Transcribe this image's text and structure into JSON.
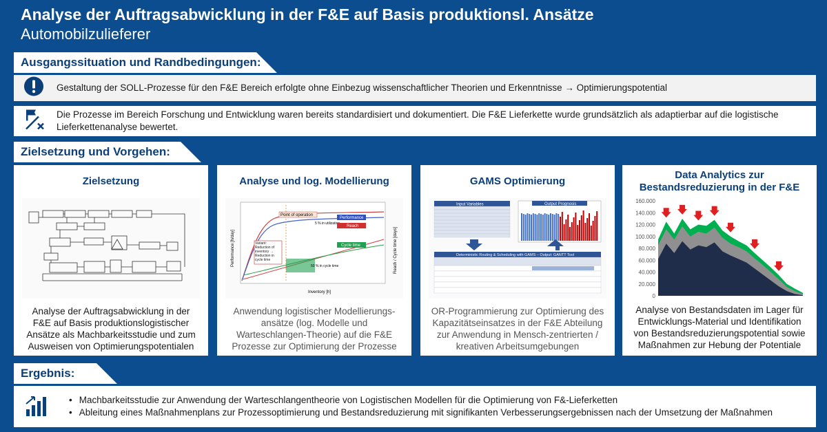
{
  "header": {
    "title": "Analyse der Auftragsabwicklung in der F&E auf Basis produktionsl. Ansätze",
    "subtitle": "Automobilzulieferer"
  },
  "sections": {
    "ausgangssituation": "Ausgangssituation und Randbedingungen:",
    "zielsetzung": "Zielsetzung und Vorgehen:",
    "ergebnis": "Ergebnis:"
  },
  "situation": {
    "row1": "Gestaltung der SOLL-Prozesse für den F&E Bereich erfolgte ohne Einbezug wissenschaftlicher Theorien und Erkenntnisse → Optimierungspotential",
    "row2": "Die Prozesse im Bereich Forschung und Entwicklung waren bereits standardisiert und dokumentiert. Die F&E Lieferkette wurde grundsätzlich als adaptierbar auf die logistische Lieferkettenanalyse bewertet.",
    "icons": [
      "exclamation-icon",
      "flag-cross-icon"
    ]
  },
  "cards": [
    {
      "title": "Zielsetzung",
      "desc": "Analyse der Auftragsabwicklung in der F&E auf Basis produktionslogistischer Ansätze als Machbarkeitsstudie und zum Ausweisen von Optimierungspotentialen"
    },
    {
      "title": "Analyse und log. Modellierung",
      "desc": "Anwendung logistischer Modellierungs-ansätze (log. Modelle und Warteschlangen-Theorie) auf die F&E Prozesse zur Optimierung der Prozesse",
      "image_labels": {
        "point": "Point of operation",
        "performance": "Performance",
        "reach": "Reach",
        "cycle": "Cycle time",
        "variant": "Variant: Reduction of inventory → Reduction in cycle time",
        "util": "5 % in utilization",
        "cycle_pct": "50 % in cycle time",
        "ylabel": "Performance [h/day]",
        "y2label": "Reach / Cycle time [days]",
        "xlabel": "Inventory [h]"
      }
    },
    {
      "title": "GAMS Optimierung",
      "desc": "OR-Programmierung zur Optimierung des Kapazitätseinsatzes in der F&E Abteilung zur Anwendung in Mensch-zentrierten / kreativen Arbeitsumgebungen",
      "image_labels": {
        "input": "Input Variables",
        "output": "Output Prognosis",
        "gantt": "Deterministic Routing & Scheduling with GAMS – Output: GANTT Tool"
      }
    },
    {
      "title": "Data Analytics zur Bestandsreduzierung in der F&E",
      "desc": "Analyse von Bestandsdaten im Lager für Entwicklungs-Material und Identifikation von Bestandsreduzierungspotential sowie Maßnahmen zur Hebung der Potentiale"
    }
  ],
  "chart_data": {
    "type": "area",
    "y_ticks": [
      "160.000",
      "140.000",
      "120.000",
      "100.000",
      "80.000",
      "60.000",
      "40.000",
      "20.000",
      "0"
    ],
    "ylim": [
      0,
      160000
    ],
    "series": [
      {
        "color": "#00b050",
        "values": [
          95000,
          125000,
          105000,
          130000,
          112000,
          120000,
          118000,
          128000,
          110000,
          100000,
          92000,
          85000,
          72000,
          60000,
          48000,
          35000,
          20000,
          12000,
          5000
        ]
      },
      {
        "color": "#909090",
        "values": [
          85000,
          112000,
          95000,
          117000,
          100000,
          108000,
          105000,
          115000,
          98000,
          88000,
          82000,
          75000,
          63000,
          52000,
          40000,
          28000,
          15000,
          8000,
          3000
        ]
      },
      {
        "color": "#1f2d4a",
        "values": [
          62000,
          88000,
          72000,
          92000,
          78000,
          85000,
          82000,
          90000,
          75000,
          68000,
          62000,
          56000,
          46000,
          36000,
          26000,
          16000,
          8000,
          3000,
          1000
        ]
      }
    ],
    "arrow_color": "#e02020"
  },
  "result": {
    "items": [
      "Machbarkeitsstudie zur Anwendung der Warteschlangentheorie von Logistischen Modellen für die Optimierung von F&-Lieferketten",
      "Ableitung eines Maßnahmenplans zur Prozessoptimierung und Bestandsreduzierung mit signifikanten Verbesserungsergebnissen nach der Umsetzung der Maßnahmen"
    ],
    "icon": "bar-chart-up-icon"
  },
  "colors": {
    "brand": "#0b4d8e",
    "heading": "#0b3f7a"
  }
}
